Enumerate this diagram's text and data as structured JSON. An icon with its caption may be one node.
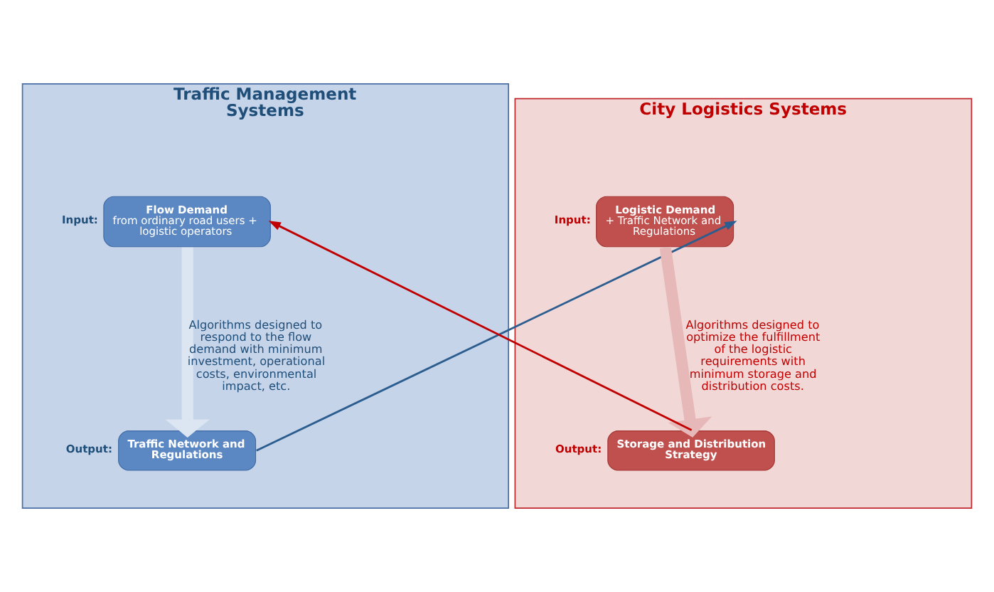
{
  "diagram": {
    "nodes": [
      {
        "text": [
          "Traffic Management Systems"
        ]
      },
      {
        "text": [
          "Flow Demand",
          "from ordinary road users + logistic operators"
        ],
        "in": 0,
        "beside": [
          "Input:"
        ]
      },
      {
        "text": [
          "Traffic Network and Regulations"
        ],
        "in": 0,
        "beside": [
          "Output:"
        ]
      },
      {
        "text": [
          "City Logistics Systems"
        ]
      },
      {
        "text": [
          "Logistic Demand",
          "+ Traffic Network and Regulations"
        ],
        "in": 3,
        "beside": [
          "Input:"
        ]
      },
      {
        "text": [
          "Storage and Distribution Strategy"
        ],
        "in": 3,
        "beside": [
          "Output:"
        ]
      }
    ],
    "edges": [
      {
        "from": 1,
        "to": 2,
        "arrow": "to",
        "style": "thick",
        "color": "#dce6f2",
        "label": "Algorithms designed to respond to the flow demand with minimum investment, operational costs, environmental impact, etc."
      },
      {
        "from": 4,
        "to": 5,
        "arrow": "to",
        "style": "thick",
        "color": "#e6b9b8",
        "label": "Algorithms designed to optimize the fulfillment of the logistic requirements with minimum storage and distribution costs."
      },
      {
        "from": 2,
        "to": 4,
        "arrow": "to",
        "color": "#2c5d8f"
      },
      {
        "from": 5,
        "to": 1,
        "arrow": "to",
        "color": "#c00000"
      }
    ]
  }
}
